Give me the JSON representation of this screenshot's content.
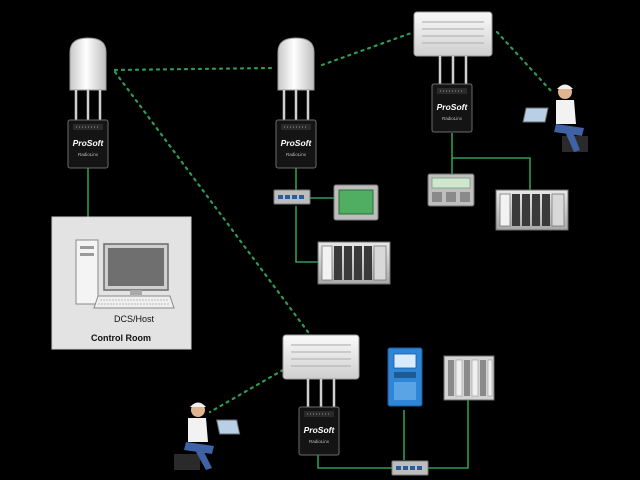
{
  "diagram": {
    "background": "#000000",
    "link_color": "#2e9a55",
    "colors": {
      "antenna": "#e6e6e6",
      "radio_body": "#141414",
      "control_room_panel": "#e3e3e3",
      "hmi_screen": "#4fae62",
      "vfd_blue": "#2f86d6"
    },
    "brand": "ProSoft",
    "radio_model": "RadioLinx",
    "control_room": {
      "title": "Control Room",
      "host_label": "DCS/Host"
    },
    "nodes": [
      {
        "id": "radio-1",
        "kind": "radio-omni"
      },
      {
        "id": "radio-2",
        "kind": "radio-omni"
      },
      {
        "id": "radio-3",
        "kind": "radio-panel"
      },
      {
        "id": "radio-4",
        "kind": "radio-panel"
      },
      {
        "id": "technician-1",
        "kind": "person-laptop"
      },
      {
        "id": "technician-2",
        "kind": "person-laptop"
      },
      {
        "id": "switch-1",
        "kind": "ethernet-switch"
      },
      {
        "id": "switch-2",
        "kind": "ethernet-switch"
      },
      {
        "id": "hmi-1",
        "kind": "hmi-panel"
      },
      {
        "id": "plc-1",
        "kind": "plc-rack"
      },
      {
        "id": "plc-2",
        "kind": "plc-rack"
      },
      {
        "id": "controller-1",
        "kind": "controller"
      },
      {
        "id": "drive-1",
        "kind": "vfd"
      },
      {
        "id": "io-block-1",
        "kind": "io-block"
      }
    ]
  }
}
